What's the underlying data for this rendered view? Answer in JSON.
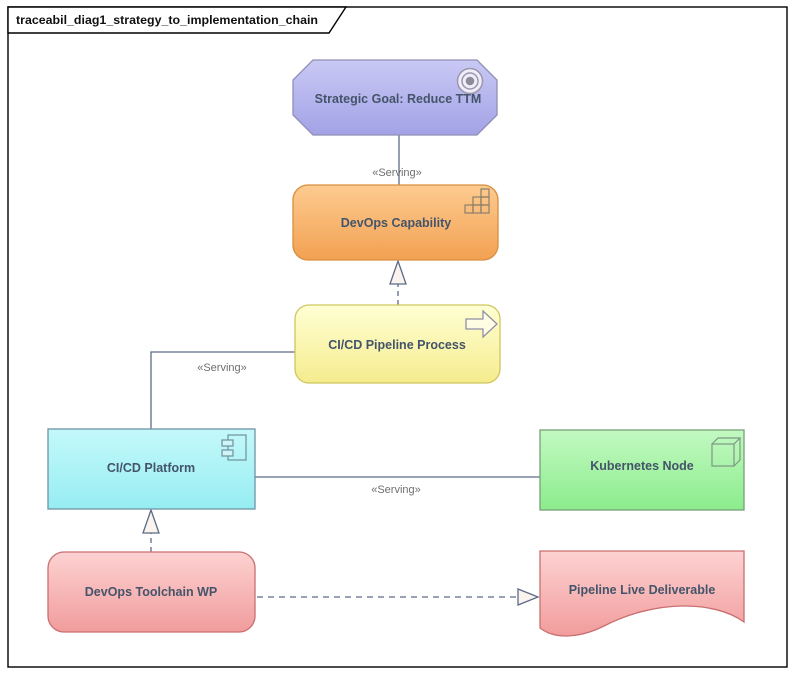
{
  "diagram": {
    "title": "traceabil_diag1_strategy_to_implementation_chain"
  },
  "nodes": {
    "goal": {
      "label": "Strategic Goal: Reduce TTM",
      "icon": "target-icon",
      "fill": "#b4b4ec",
      "border": "#8f8fb8",
      "shape": "octagon"
    },
    "capability": {
      "label": "DevOps Capability",
      "icon": "capability-grid-icon",
      "fill": "#f8b870",
      "border": "#d98e3f",
      "shape": "rounded-rect"
    },
    "process": {
      "label": "CI/CD Pipeline Process",
      "icon": "process-arrow-icon",
      "fill": "#fbf6ac",
      "border": "#cfc65e",
      "shape": "rounded-rect"
    },
    "platform": {
      "label": "CI/CD Platform",
      "icon": "component-icon",
      "fill": "#aaf3f7",
      "border": "#6e93a3",
      "shape": "rect"
    },
    "kubernetes": {
      "label": "Kubernetes Node",
      "icon": "node-box-icon",
      "fill": "#a5f2a5",
      "border": "#77a077",
      "shape": "rect"
    },
    "workpackage": {
      "label": "DevOps Toolchain WP",
      "fill": "#f8b6b6",
      "border": "#c96f6f",
      "shape": "rounded-rect"
    },
    "deliverable": {
      "label": "Pipeline Live Deliverable",
      "fill": "#f8b6b6",
      "border": "#c96f6f",
      "shape": "wavy-bottom-rect"
    }
  },
  "connectors": {
    "capability_serves_goal": {
      "label": "«Serving»",
      "style": "solid"
    },
    "process_realizes_capability": {
      "style": "dashed-hollow-triangle"
    },
    "platform_serves_process": {
      "label": "«Serving»",
      "style": "solid"
    },
    "platform_serves_kubernetes": {
      "label": "«Serving»",
      "style": "solid"
    },
    "wp_realizes_platform": {
      "style": "dashed-hollow-triangle"
    },
    "wp_realizes_deliverable": {
      "style": "dashed-hollow-triangle"
    }
  },
  "colors": {
    "node_text": "#44546a",
    "connector_line": "#5c6b87",
    "connector_label": "#6f6f6f",
    "frame_border": "#000000"
  }
}
